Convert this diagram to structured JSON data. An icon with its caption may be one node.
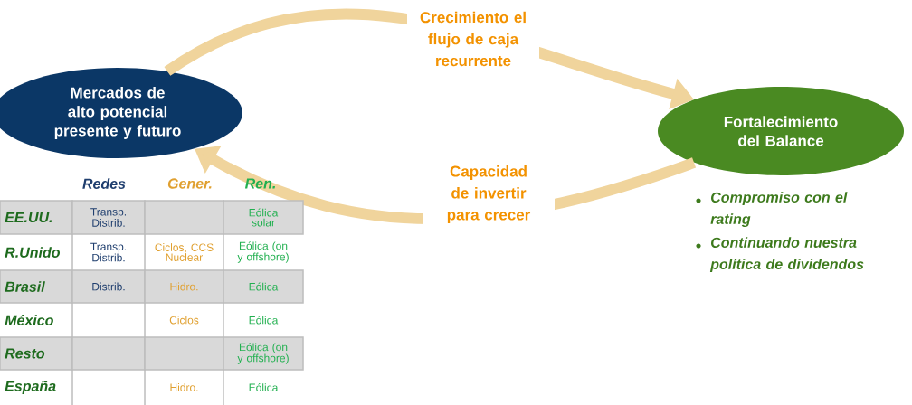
{
  "diagram": {
    "nodes": [
      {
        "text": [
          "Mercados de alto potencial presente y futuro"
        ]
      },
      {
        "text": [
          "Fortalecimiento del Balance"
        ],
        "beside": [
          "Compromiso con el rating",
          "Continuando nuestra política de dividendos"
        ]
      }
    ],
    "edges": [
      {
        "from": 0,
        "to": 1,
        "arrow": "to",
        "label": "Crecimiento el flujo de caja recurrente"
      },
      {
        "from": 1,
        "to": 0,
        "arrow": "to",
        "label": "Capacidad de invertir para crecer"
      }
    ],
    "labels": [
      "Redes",
      "Gener.",
      "Ren.",
      "EE.UU.",
      "Transp. Distrib.",
      "Eólica solar",
      "R.Unido",
      "Transp. Distrib.",
      "Ciclos, CCS Nuclear",
      "Eólica (on y offshore)",
      "Brasil",
      "Distrib.",
      "Hidro.",
      "Eólica",
      "México",
      "Ciclos",
      "Eólica",
      "Resto",
      "Eólica (on y offshore)",
      "España",
      "Hidro.",
      "Eólica"
    ]
  }
}
